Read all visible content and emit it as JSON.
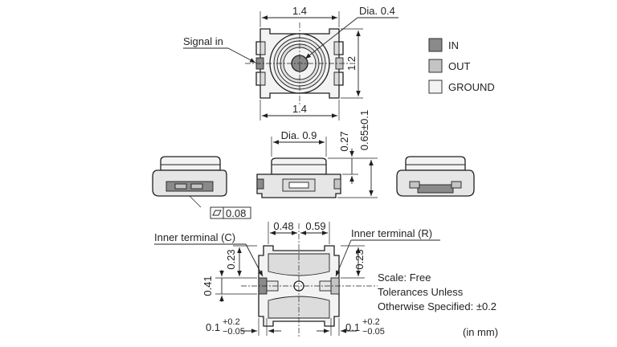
{
  "top_view": {
    "dim_width_top": "1.4",
    "dim_width_bottom": "1.4",
    "dim_height": "1.2",
    "dia_center": "Dia. 0.4",
    "signal_label": "Signal in"
  },
  "legend": {
    "items": [
      {
        "label": "IN",
        "color": "#8a8a8a"
      },
      {
        "label": "OUT",
        "color": "#c4c4c4"
      },
      {
        "label": "GROUND",
        "color": "#f3f3f3"
      }
    ]
  },
  "side_view": {
    "dia_receptacle": "Dia. 0.9",
    "dim_027": "0.27",
    "dim_065": "0.65±0.1",
    "flatness_value": "0.08"
  },
  "bottom_view": {
    "dim_048": "0.48",
    "dim_059": "0.59",
    "inner_terminal_c": "Inner terminal (C)",
    "inner_terminal_r": "Inner terminal (R)",
    "dim_023_left": "0.23",
    "dim_023_right": "0.23",
    "dim_041": "0.41",
    "tol_left_base": "0.1",
    "tol_left_plus": "+0.2",
    "tol_left_minus": "−0.05",
    "tol_right_base": "0.1",
    "tol_right_plus": "+0.2",
    "tol_right_minus": "−0.05"
  },
  "notes": {
    "scale": "Scale: Free",
    "tol_line1": "Tolerances Unless",
    "tol_line2": "Otherwise Specified: ±0.2",
    "units": "(in mm)"
  }
}
